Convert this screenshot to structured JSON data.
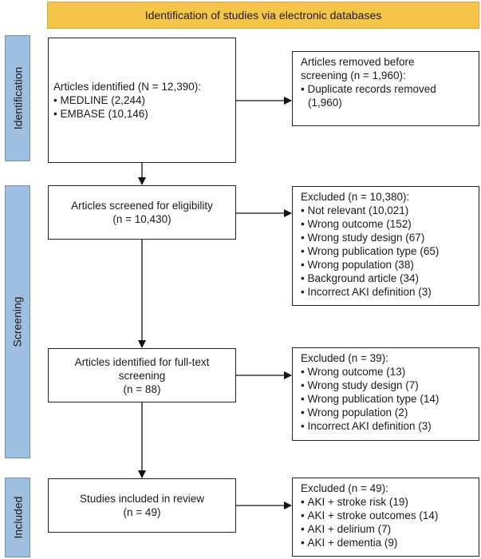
{
  "header": {
    "title": "Identification of studies via electronic databases"
  },
  "phases": {
    "identification": "Identification",
    "screening": "Screening",
    "included": "Included"
  },
  "identified": {
    "title": "Articles identified (N = 12,390):",
    "items": [
      "MEDLINE (2,244)",
      "EMBASE (10,146)"
    ]
  },
  "removed": {
    "title_line1": "Articles removed before",
    "title_line2": "screening (n = 1,960):",
    "item_line1": "Duplicate records removed",
    "item_line2": "(1,960)"
  },
  "screened": {
    "line1": "Articles screened for eligibility",
    "line2": "(n = 10,430)"
  },
  "excluded1": {
    "title": "Excluded (n = 10,380):",
    "items": [
      "Not relevant (10,021)",
      "Wrong outcome (152)",
      "Wrong study design (67)",
      "Wrong publication type (65)",
      "Wrong population (38)",
      "Background article (34)",
      "Incorrect AKI definition (3)"
    ]
  },
  "fulltext": {
    "line1": "Articles identified for full-text",
    "line2": "screening",
    "line3": "(n = 88)"
  },
  "excluded2": {
    "title": "Excluded (n = 39):",
    "items": [
      "Wrong outcome (13)",
      "Wrong study design (7)",
      "Wrong publication type (14)",
      "Wrong population (2)",
      "Incorrect AKI definition (3)"
    ]
  },
  "included": {
    "line1": "Studies included in review",
    "line2": "(n = 49)"
  },
  "excluded3": {
    "title": "Excluded (n = 49):",
    "items": [
      "AKI + stroke risk (19)",
      "AKI + stroke outcomes (14)",
      "AKI + delirium (7)",
      "AKI + dementia (9)"
    ]
  },
  "colors": {
    "header_fill": "#f5c54a",
    "phase_fill": "#9fbfe0",
    "box_border": "#222222"
  }
}
